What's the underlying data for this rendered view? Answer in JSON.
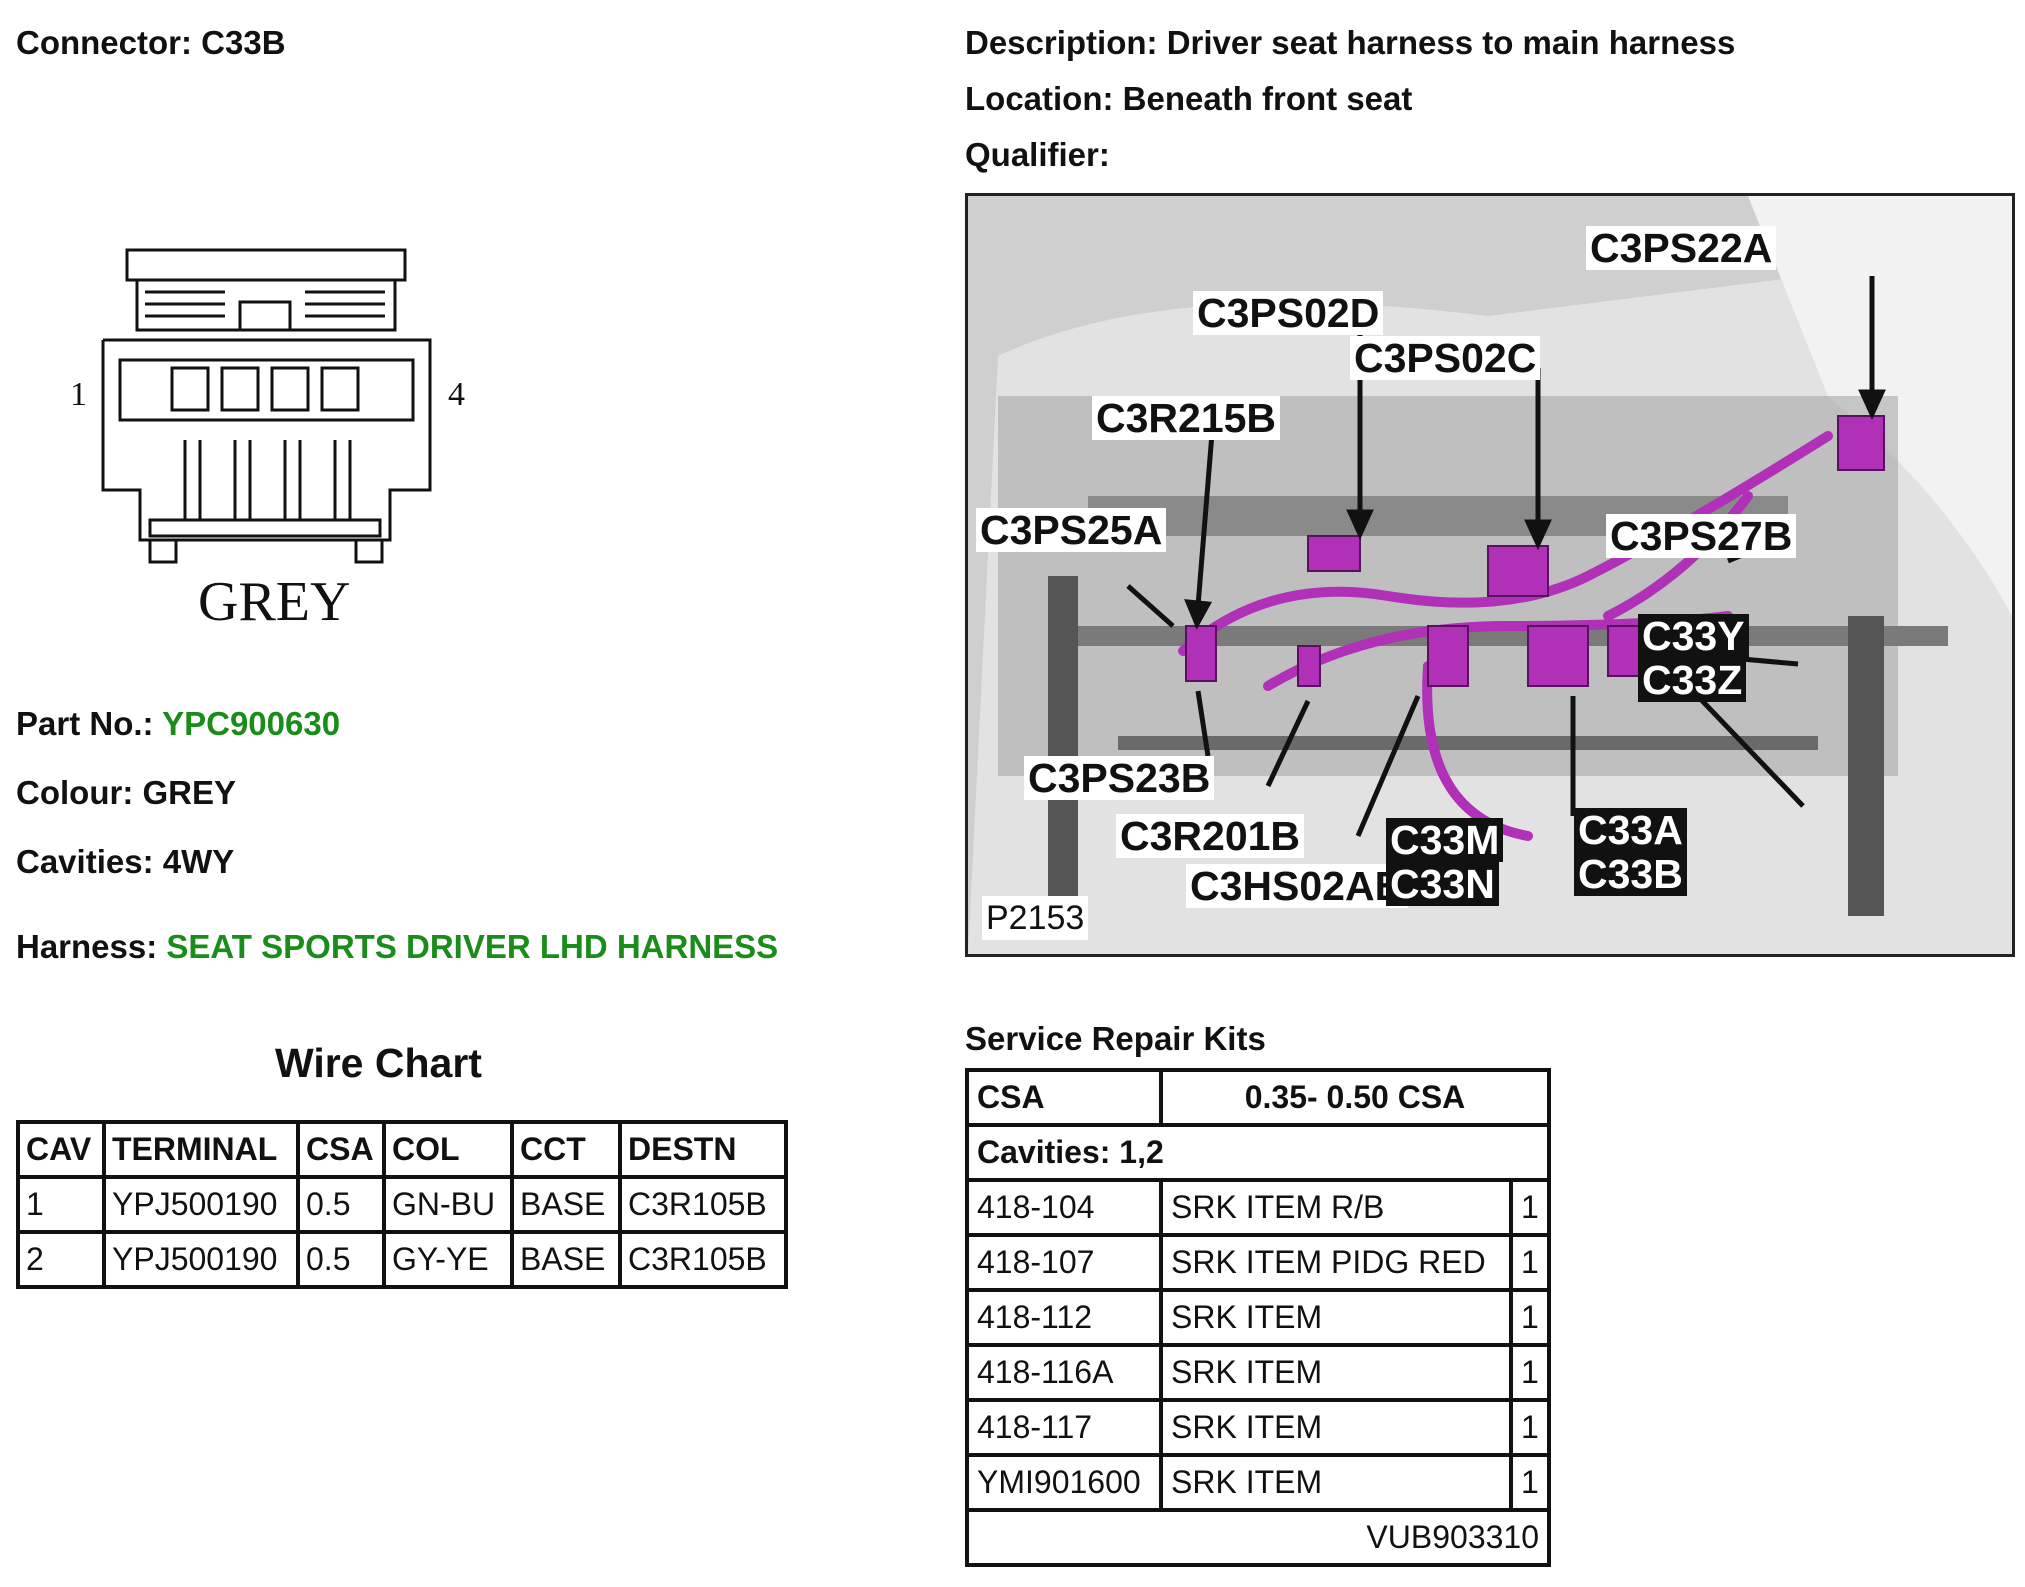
{
  "connector": {
    "label": "Connector:",
    "value": "C33B"
  },
  "description": {
    "label": "Description:",
    "value": "Driver seat harness to main harness"
  },
  "location": {
    "label": "Location:",
    "value": "Beneath front seat"
  },
  "qualifier": {
    "label": "Qualifier:",
    "value": ""
  },
  "drawing": {
    "pin_left": "1",
    "pin_right": "4",
    "colour_text": "GREY"
  },
  "part_no": {
    "label": "Part No.:",
    "value": "YPC900630"
  },
  "colour": {
    "label": "Colour:",
    "value": "GREY"
  },
  "cavities": {
    "label": "Cavities:",
    "value": "4WY"
  },
  "harness": {
    "label": "Harness:",
    "value": "SEAT SPORTS DRIVER LHD HARNESS"
  },
  "colors": {
    "green": "#1a8c1a",
    "harness_purple": "#b030b8"
  },
  "wire_chart": {
    "title": "Wire Chart",
    "headers": [
      "CAV",
      "TERMINAL",
      "CSA",
      "COL",
      "CCT",
      "DESTN"
    ],
    "rows": [
      [
        "1",
        "YPJ500190",
        "0.5",
        "GN-BU",
        "BASE",
        "C3R105B"
      ],
      [
        "2",
        "YPJ500190",
        "0.5",
        "GY-YE",
        "BASE",
        "C3R105B"
      ]
    ]
  },
  "photo": {
    "labels": [
      "C3PS22A",
      "C3PS02D",
      "C3PS02C",
      "C3R215B",
      "C3PS25A",
      "C3PS27B",
      "C33Y",
      "C33Z",
      "C3PS23B",
      "C3R201B",
      "C3HS02AB",
      "C33M",
      "C33N",
      "C33A",
      "C33B"
    ],
    "figure_id": "P2153"
  },
  "srk": {
    "title": "Service Repair Kits",
    "csa_label": "CSA",
    "csa_value": "0.35- 0.50 CSA",
    "cavities": "Cavities: 1,2",
    "rows": [
      [
        "418-104",
        "SRK ITEM R/B",
        "1"
      ],
      [
        "418-107",
        "SRK ITEM PIDG RED",
        "1"
      ],
      [
        "418-112",
        "SRK ITEM",
        "1"
      ],
      [
        "418-116A",
        "SRK ITEM",
        "1"
      ],
      [
        "418-117",
        "SRK ITEM",
        "1"
      ],
      [
        "YMI901600",
        "SRK ITEM",
        "1"
      ]
    ],
    "footer": "VUB903310"
  }
}
